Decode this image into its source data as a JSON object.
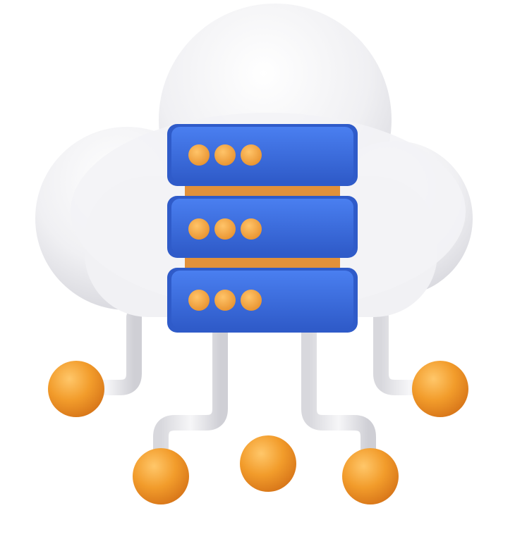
{
  "illustration": {
    "subject": "cloud-server-icon",
    "server_units": [
      {
        "indicator_lights": 3
      },
      {
        "indicator_lights": 3
      },
      {
        "indicator_lights": 3
      }
    ],
    "connection_nodes": 5
  },
  "colors": {
    "background": "#ffffff",
    "cloud": "#f2f2f4",
    "cloud_shadow": "#d9d9de",
    "server_blue": "#3b6fe0",
    "server_blue_edge": "#2f5bc9",
    "indicator_orange": "#f0a43a",
    "spacer_orange": "#e6953a",
    "node_orange": "#f29c2b",
    "wire": "#e6e6ea"
  }
}
